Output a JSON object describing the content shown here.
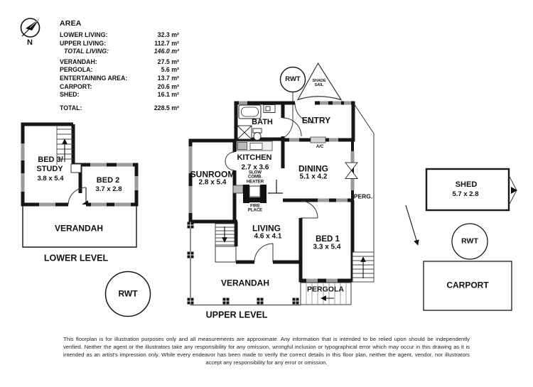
{
  "legend": {
    "title": "AREA",
    "north": "N",
    "rows": [
      {
        "label": "LOWER LIVING:",
        "value": "32.3 m²"
      },
      {
        "label": "UPPER LIVING:",
        "value": "112.7 m²"
      },
      {
        "label": "TOTAL LIVING:",
        "value": "146.0 m²"
      },
      {
        "label": "VERANDAH:",
        "value": "27.5 m²"
      },
      {
        "label": "PERGOLA:",
        "value": "5.6 m²"
      },
      {
        "label": "ENTERTAINING AREA:",
        "value": "13.7 m²"
      },
      {
        "label": "CARPORT:",
        "value": "20.6 m²"
      },
      {
        "label": "SHED:",
        "value": "16.1 m²"
      }
    ],
    "total": {
      "label": "TOTAL:",
      "value": "228.5 m²"
    }
  },
  "lower_level": {
    "title": "LOWER LEVEL",
    "bed3_line1": "BED 3/",
    "bed3_line2": "STUDY",
    "bed3_dims": "3.8 x 5.4",
    "bed2": "BED 2",
    "bed2_dims": "3.7 x 2.8",
    "verandah": "VERANDAH",
    "rwt": "RWT"
  },
  "upper_level": {
    "title": "UPPER LEVEL",
    "rwt": "RWT",
    "shade_sail_1": "SHADE",
    "shade_sail_2": "SAIL",
    "bath": "BATH",
    "entry": "ENTRY",
    "kitchen": "KITCHEN",
    "kitchen_dims": "2.7 x 3.6",
    "heater_1": "SLOW",
    "heater_2": "COMB.",
    "heater_3": "HEATER",
    "sunroom": "SUNROOM",
    "sunroom_dims": "2.8 x 5.4",
    "dining": "DINING",
    "dining_dims": "5.1 x 4.2",
    "ac": "A/C",
    "perg": "PERG.",
    "fire_1": "FIRE",
    "fire_2": "PLACE",
    "living": "LIVING",
    "living_dims": "4.6 x 4.1",
    "bed1": "BED 1",
    "bed1_dims": "3.3 x 5.4",
    "verandah": "VERANDAH",
    "pergola": "PERGOLA"
  },
  "outbuildings": {
    "shed": "SHED",
    "shed_dims": "5.7 x 2.8",
    "rwt": "RWT",
    "carport": "CARPORT"
  },
  "disclaimer": "This floorplan is for illustration purposes only and all measurements are approximate. Any information that is intended to be relied upon should be independently verified. Neither the agent or the illustrators take any responsibility for any omission, wrongful inclusion or typographical error which may occur in this drawing as it is intended as an artist's impression only. While every endeavor has been made to verify the correct details in this floor plan, neither the agent, vendor, nor illustrators accept any responsibility for any error or omission."
}
